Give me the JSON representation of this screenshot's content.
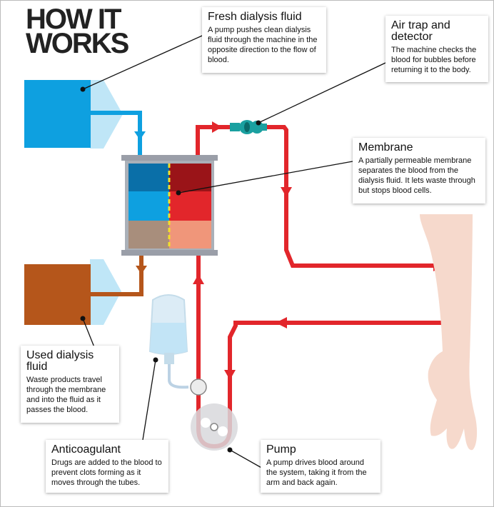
{
  "title_line1": "HOW IT",
  "title_line2": "WORKS",
  "labels": {
    "fresh": {
      "heading": "Fresh dialysis fluid",
      "text": "A pump pushes clean dialysis fluid through the machine in the opposite direction to the flow of blood."
    },
    "air_trap": {
      "heading_line1": "Air trap and",
      "heading_line2": "detector",
      "text": "The machine checks the blood for bubbles before returning it to the body."
    },
    "membrane": {
      "heading": "Membrane",
      "text": "A partially permeable membrane separates the blood from the dialysis fluid. It lets waste through but stops blood cells."
    },
    "used": {
      "heading_line1": "Used dialysis",
      "heading_line2": "fluid",
      "text": "Waste products travel through the membrane and into the fluid as it passes the blood."
    },
    "anticoagulant": {
      "heading": "Anticoagulant",
      "text": "Drugs are added to the blood to prevent clots forming as it moves through the tubes."
    },
    "pump": {
      "heading": "Pump",
      "text": "A pump drives blood around the system, taking it from the arm and back again."
    }
  },
  "colors": {
    "blood_tube": "#e2262b",
    "fresh_fluid": "#0ea0e0",
    "used_fluid": "#b5561b",
    "membrane_line": "#f2e02a",
    "air_trap": "#1aa0a0",
    "arm": "#f6d9cc"
  }
}
